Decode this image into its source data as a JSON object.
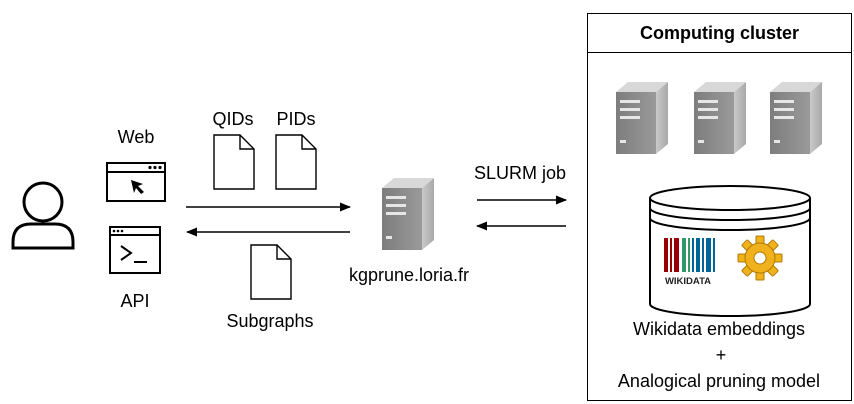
{
  "user": {
    "icon": "user-icon"
  },
  "web": {
    "label": "Web",
    "icon": "browser-window-icon"
  },
  "api": {
    "label": "API",
    "icon": "terminal-icon"
  },
  "inputs": {
    "qids": "QIDs",
    "pids": "PIDs",
    "icon": "document-icon"
  },
  "outputs": {
    "subgraphs": "Subgraphs",
    "icon": "document-icon"
  },
  "server": {
    "label": "kgprune.loria.fr",
    "icon": "server-icon"
  },
  "job": {
    "label": "SLURM job"
  },
  "cluster": {
    "title": "Computing cluster",
    "db_line1": "Wikidata embeddings",
    "db_plus": "+",
    "db_line2": "Analogical pruning model",
    "db_icon": "database-icon",
    "logo_icon": "wikidata-logo-icon",
    "logo_text": "WIKIDATA",
    "gear_icon": "gear-icon"
  },
  "colors": {
    "server_dark": "#6f6f6f",
    "server_light": "#b8b8b8",
    "gear": "#f0b21c"
  }
}
